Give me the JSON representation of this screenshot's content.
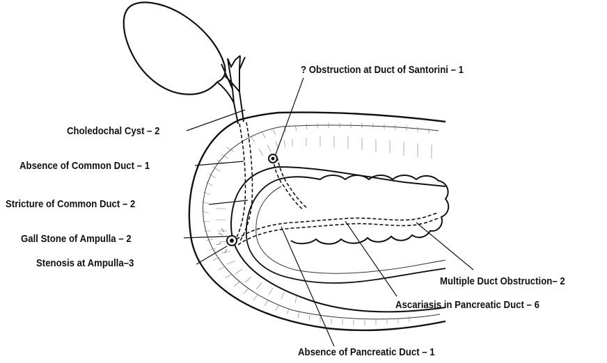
{
  "diagram": {
    "labels": {
      "santorini": "? Obstruction at Duct of Santorini – 1",
      "choledochal_cyst": "Choledochal Cyst – 2",
      "absence_common_duct": "Absence of Common Duct – 1",
      "stricture_common_duct": "Stricture of Common Duct – 2",
      "gall_stone": "Gall Stone of Ampulla – 2",
      "stenosis_ampulla": "Stenosis at Ampulla–3",
      "multiple_duct": "Multiple Duct Obstruction– 2",
      "ascariasis": "Ascariasis in Pancreatic Duct – 6",
      "absence_pancreatic": "Absence of Pancreatic Duct – 1"
    },
    "colors": {
      "ink": "#111111",
      "background": "#ffffff"
    }
  }
}
